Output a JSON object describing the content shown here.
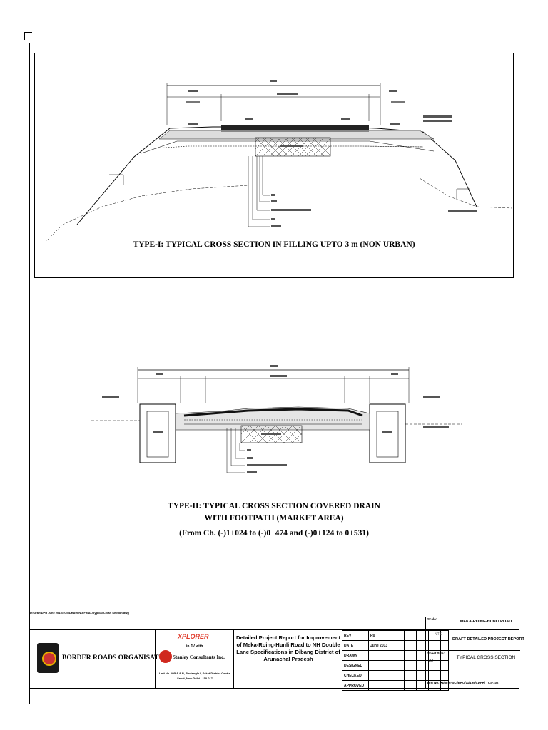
{
  "drawing": {
    "path_note": "D:\\Draft DPR June 2013\\TCS\\DRAWING FINAL\\Typical Cross Section.dwg",
    "type1": {
      "caption": "TYPE-I: TYPICAL CROSS SECTION IN FILLING UPTO 3 m (NON URBAN)"
    },
    "type2": {
      "caption_line1": "TYPE-II: TYPICAL CROSS SECTION COVERED DRAIN",
      "caption_line2": "WITH FOOTPATH (MARKET AREA)",
      "caption_line3": "(From Ch. (-)1+024 to (-)0+474 and (-)0+124 to 0+531)"
    }
  },
  "title_block": {
    "organisation": "BORDER ROADS ORGANISATION",
    "consultant_logo": "XPLORER",
    "in_jv_with": "in JV with",
    "partner": "Stanley Consultants Inc.",
    "address_line1": "Unit No. 405 A & B, Rectangle I, Saket District Centre",
    "address_line2": "Saket, New Delhi - 110 017",
    "project_title": "Detailed Project Report for Improvement of Meka-Roing-Hunli Road to NH Double Lane Specifications in Dibang District of Arunachal Pradesh",
    "rows": [
      {
        "label": "REV",
        "value": "R0"
      },
      {
        "label": "DATE",
        "value": "June 2013"
      },
      {
        "label": "DRAWN",
        "value": ""
      },
      {
        "label": "DESIGNED",
        "value": ""
      },
      {
        "label": "CHECKED",
        "value": ""
      },
      {
        "label": "APPROVED",
        "value": ""
      }
    ],
    "scale_label": "Scale:",
    "scale_value": "NTS",
    "sheet_size_label": "Sheet Size:",
    "sheet_size_value": "A2",
    "road_name": "MEKA-ROING-HUNLI ROAD",
    "report_name": "DRAFT DETAILED PROJECT REPORT",
    "drawing_title": "TYPICAL CROSS SECTION",
    "drg_no_label": "Drg No:",
    "drg_no_value": "Xplorer-SCI/BRO/11/195/CDPR/ TCS-102"
  }
}
